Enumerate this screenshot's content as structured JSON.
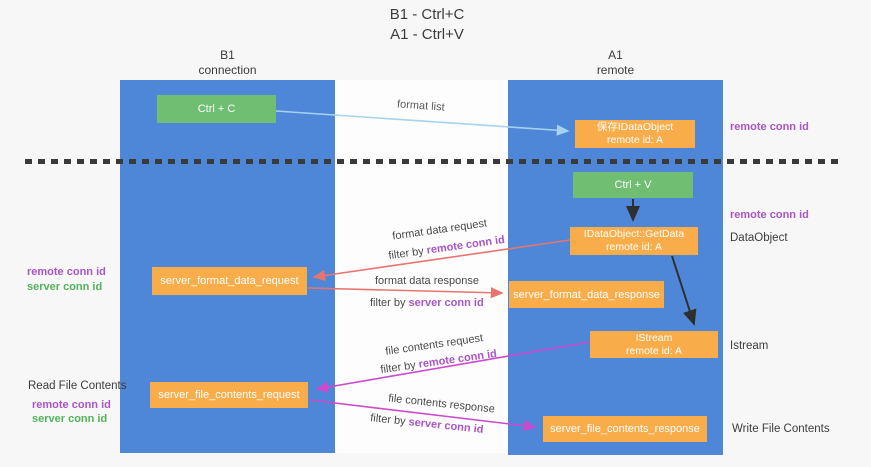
{
  "title": {
    "line1": "B1 - Ctrl+C",
    "line2": "A1 - Ctrl+V"
  },
  "lanes": {
    "left": {
      "name": "B1",
      "role": "connection"
    },
    "right": {
      "name": "A1",
      "role": "remote"
    }
  },
  "nodes": {
    "ctrl_c": {
      "label": "Ctrl + C"
    },
    "ctrl_v": {
      "label": "Ctrl + V"
    },
    "save_dataobject": {
      "line1": "保存IDataObject",
      "line2": "remote id: A"
    },
    "getdata": {
      "line1": "IDataObject::GetData",
      "line2": "remote id: A"
    },
    "istream": {
      "line1": "IStream",
      "line2": "remote id: A"
    },
    "server_format_data_request": {
      "label": "server_format_data_request"
    },
    "server_format_data_response": {
      "label": "server_format_data_response"
    },
    "server_file_contents_request": {
      "label": "server_file_contents_request"
    },
    "server_file_contents_response": {
      "label": "server_file_contents_response"
    }
  },
  "edges": {
    "format_list": {
      "label": "format list"
    },
    "format_data_request": {
      "label": "format data request",
      "filter_prefix": "filter by",
      "filter_key": "remote conn id"
    },
    "format_data_response": {
      "label": "format data response",
      "filter_prefix": "filter by",
      "filter_key": "server conn id"
    },
    "file_contents_request": {
      "label": "file contents request",
      "filter_prefix": "filter by",
      "filter_key": "remote conn id"
    },
    "file_contents_response": {
      "label": "file contents response",
      "filter_prefix": "filter by",
      "filter_key": "server conn id"
    }
  },
  "annotations": {
    "right_top_remote_conn_id": "remote conn id",
    "right_mid_remote_conn_id": "remote conn id",
    "dataobject": "DataObject",
    "istream": "Istream",
    "write_file_contents": "Write File Contents",
    "left_remote_conn_id": "remote conn id",
    "left_server_conn_id": "server conn id",
    "read_file_contents": "Read File Contents",
    "left_remote_conn_id_2": "remote conn id",
    "left_server_conn_id_2": "server conn id"
  },
  "colors": {
    "lane_blue": "#4e86d8",
    "node_green": "#70be72",
    "node_orange": "#f9ad4a",
    "arrow_lightblue": "#a7d2f0",
    "arrow_red": "#e8756d",
    "arrow_magenta": "#cb4bce",
    "arrow_black": "#2f2f2f",
    "text_purple": "#aa55c8",
    "text_green": "#52b45a"
  }
}
